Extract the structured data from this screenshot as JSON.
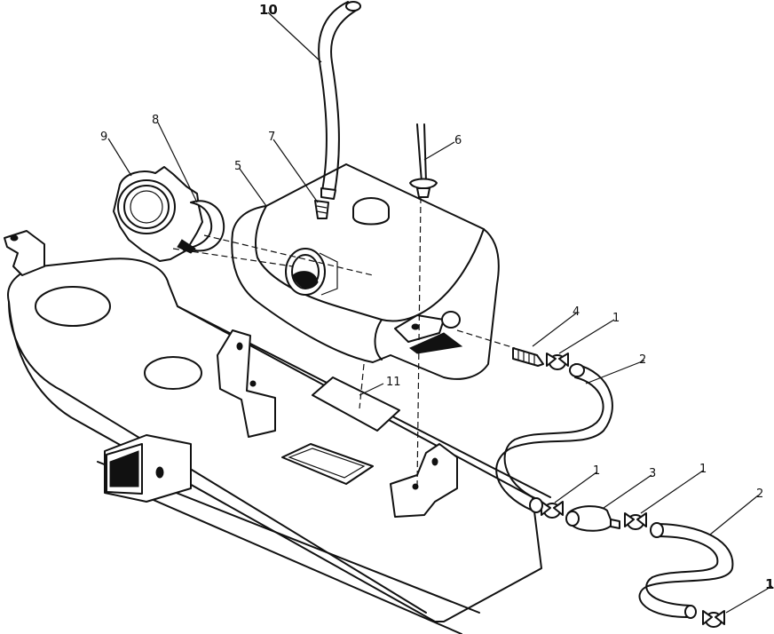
{
  "callouts": {
    "c1a": "1",
    "c1b": "1",
    "c1c": "1",
    "c1d": "1",
    "c2a": "2",
    "c2b": "2",
    "c3": "3",
    "c4": "4",
    "c5": "5",
    "c6": "6",
    "c7": "7",
    "c8": "8",
    "c9": "9",
    "c10": "10",
    "c11": "11"
  },
  "colors": {
    "ink": "#111111",
    "paper": "#ffffff"
  }
}
